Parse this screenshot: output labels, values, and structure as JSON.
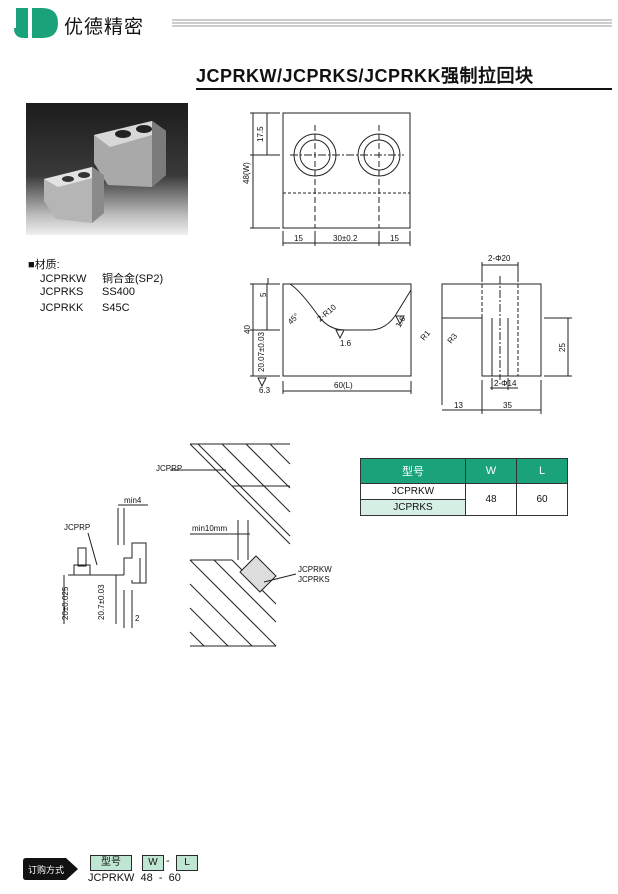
{
  "header": {
    "brand": "优德精密",
    "title": "JCPRKW/JCPRKS/JCPRKK强制拉回块"
  },
  "material": {
    "title": "■材质:",
    "rows": [
      {
        "model": "JCPRKW",
        "value": "铜合金(SP2)"
      },
      {
        "model": "JCPRKS",
        "value": "SS400"
      },
      {
        "model": "JCPRKK",
        "value": "S45C"
      }
    ]
  },
  "drawing": {
    "top_view": {
      "d_17_5": "17.5",
      "d_48w": "48(W)",
      "d_15a": "15",
      "d_30": "30±0.2",
      "d_15b": "15"
    },
    "front_view": {
      "d_5": "5",
      "d_40": "40",
      "d_20_07": "20.07±0.03",
      "angle": "45°",
      "r10": "2-R10",
      "rough1": "1.6",
      "rough2": "1.6",
      "rough3": "6.3",
      "d_60l": "60(L)"
    },
    "side_view": {
      "d_2phi20": "2-Φ20",
      "r1": "R1",
      "r3": "R3",
      "d_25": "25",
      "d_2phi14": "2-Φ14",
      "d_13": "13",
      "d_35": "35"
    },
    "assembly": {
      "jcprp_a": "JCPRP",
      "min4": "min4",
      "jcprp_b": "JCPRP",
      "d_20": "20±0.025",
      "d_20_7": "20.7±0.03",
      "d_2": "2",
      "min10": "min10mm",
      "jcprkw": "JCPRKW",
      "jcprks": "JCPRKS"
    }
  },
  "spec_table": {
    "headers": [
      "型号",
      "W",
      "L"
    ],
    "models": [
      "JCPRKW",
      "JCPRKS"
    ],
    "w": "48",
    "l": "60"
  },
  "order": {
    "badge": "订购方式",
    "model_label": "型号",
    "w_label": "W",
    "l_label": "L",
    "dash": "-",
    "example": "JCPRKW  48  -  60"
  },
  "colors": {
    "accent": "#1aa37a",
    "accent_light": "#d6efe5",
    "logo": "#1aa37a"
  }
}
